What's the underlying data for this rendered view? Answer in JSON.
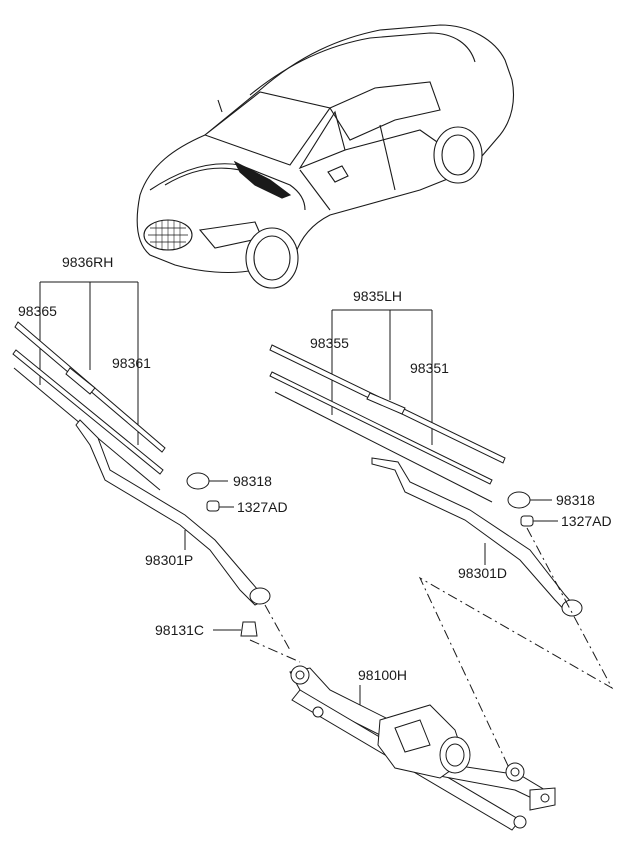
{
  "labels": {
    "rh_set": "9836RH",
    "rh_refill": "98365",
    "rh_blade": "98361",
    "lh_set": "9835LH",
    "lh_refill": "98355",
    "lh_blade": "98351",
    "cap_rh": "98318",
    "nut_rh": "1327AD",
    "arm_rh": "98301P",
    "cap_lh": "98318",
    "nut_lh": "1327AD",
    "arm_lh": "98301D",
    "pivot_cap": "98131C",
    "linkage_motor": "98100H"
  }
}
